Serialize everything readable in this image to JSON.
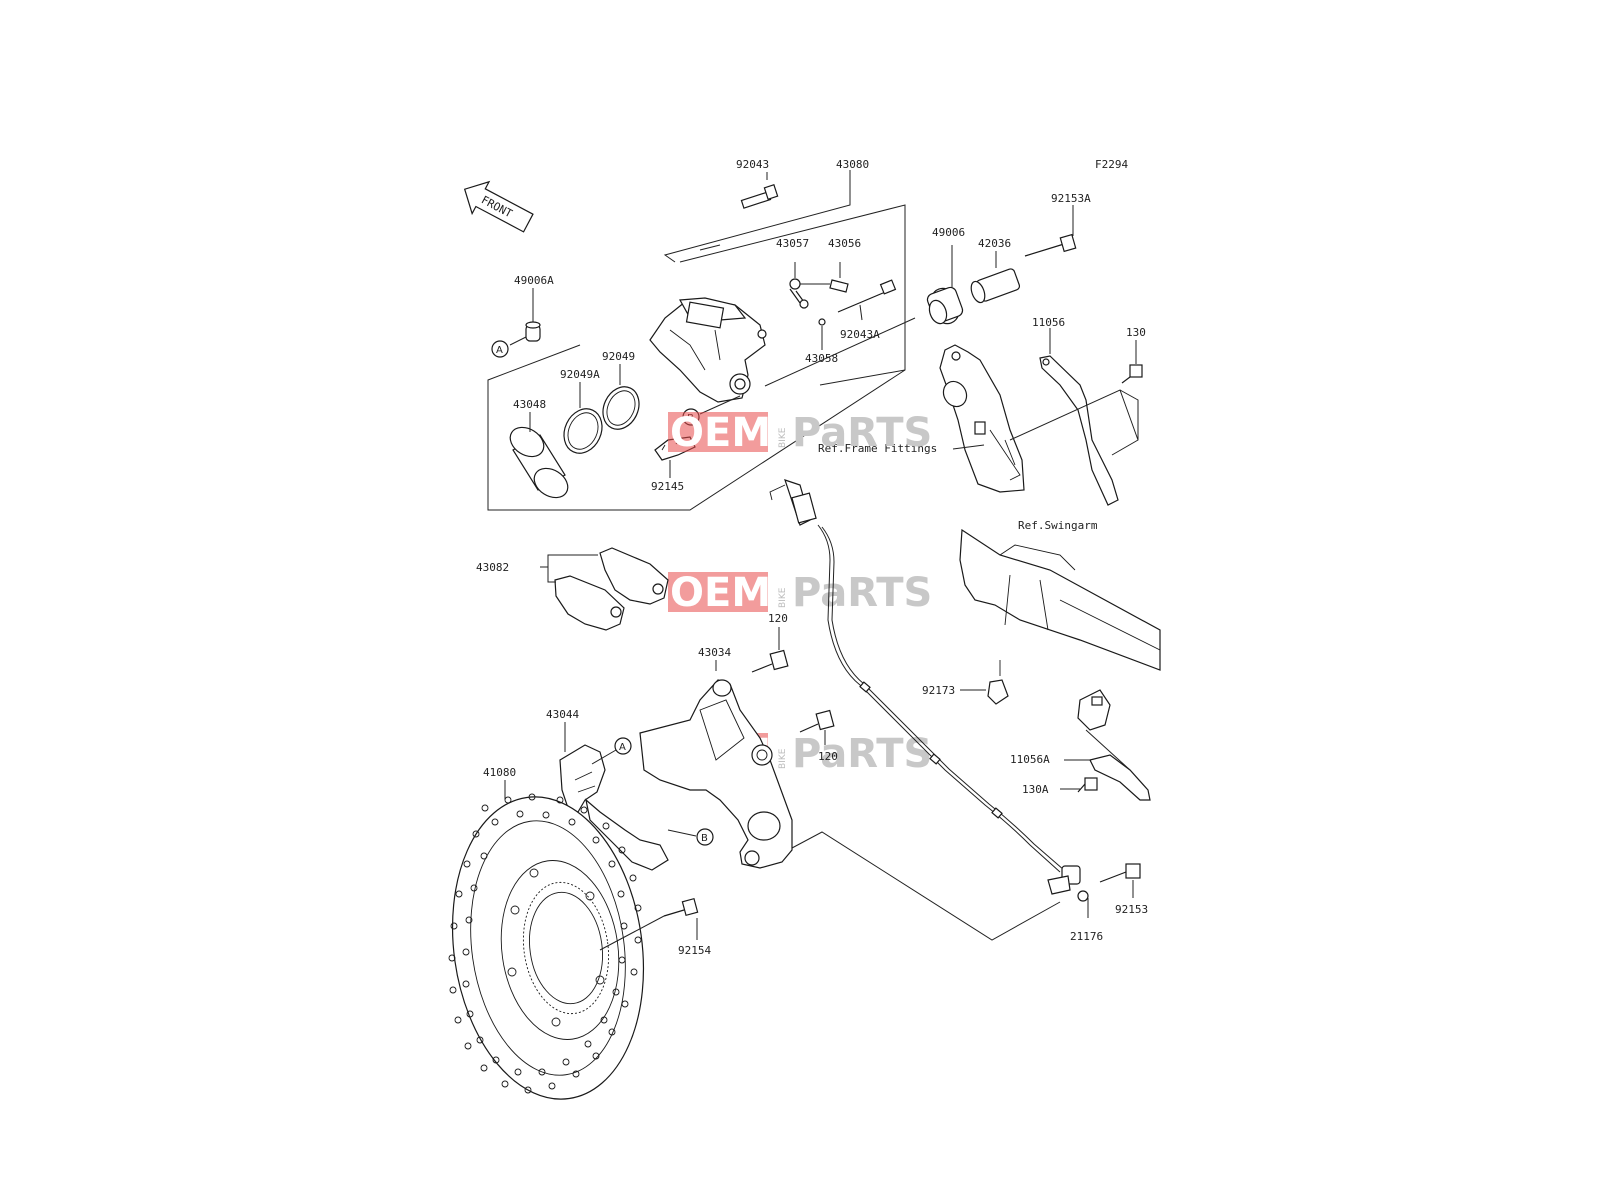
{
  "diagram_code": "F2294",
  "front_marker": "FRONT",
  "callouts": {
    "A": "A",
    "B": "B"
  },
  "parts": {
    "p92043": "92043",
    "p43080": "43080",
    "p43057": "43057",
    "p43056": "43056",
    "p49006": "49006",
    "p42036": "42036",
    "p92153A": "92153A",
    "p49006A": "49006A",
    "p92043A": "92043A",
    "p43058": "43058",
    "p11056": "11056",
    "p130": "130",
    "p92049": "92049",
    "p92049A": "92049A",
    "p43048": "43048",
    "p92145": "92145",
    "p43082": "43082",
    "p120a": "120",
    "p43034": "43034",
    "p120b": "120",
    "p92173": "92173",
    "p43044": "43044",
    "p41080": "41080",
    "p11056A": "11056A",
    "p130A": "130A",
    "p92153": "92153",
    "p21176": "21176",
    "p92154": "92154"
  },
  "references": {
    "frame": "Ref.Frame Fittings",
    "swingarm": "Ref.Swingarm"
  },
  "watermark": {
    "left": "OEM",
    "right": "PaRTS",
    "side": "BIKE",
    "accent_color": "#e74a4a",
    "gray_color": "#c8c8c8"
  }
}
